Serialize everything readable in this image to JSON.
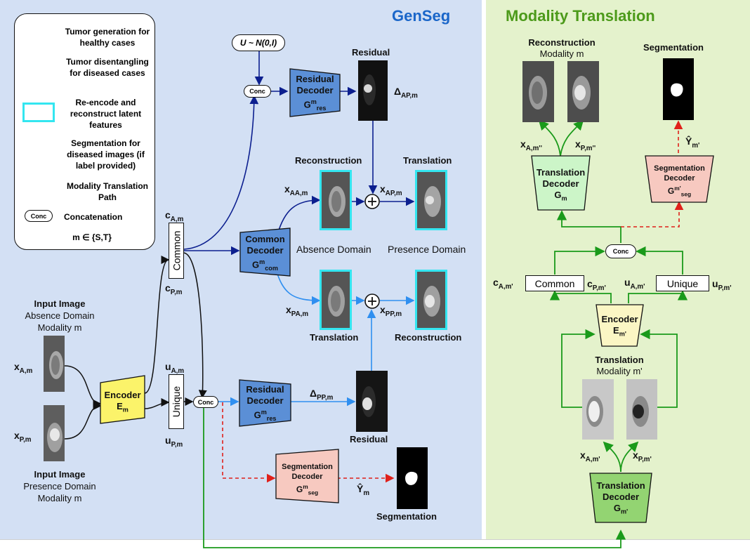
{
  "panels": {
    "genseg_title": "GenSeg",
    "mt_title": "Modality Translation"
  },
  "legend": {
    "items": [
      {
        "label": "Tumor generation for healthy cases"
      },
      {
        "label": "Tumor disentangling for diseased cases"
      },
      {
        "label": "Re-encode and reconstruct latent features"
      },
      {
        "label": "Segmentation for diseased images (if label provided)"
      },
      {
        "label": "Modality Translation Path"
      },
      {
        "label": "Concatenation",
        "tag": "Conc"
      }
    ],
    "m_set": "m ∈ {S,T}"
  },
  "genseg": {
    "input_absence": {
      "title": "Input Image",
      "line2": "Absence Domain",
      "line3": "Modality m"
    },
    "input_presence": {
      "title": "Input Image",
      "line2": "Presence Domain",
      "line3": "Modality m"
    },
    "encoder": {
      "line1": "Encoder",
      "sym": "E",
      "sub": "m"
    },
    "common": "Common",
    "unique": "Unique",
    "noise": "U ~ N(0,I)",
    "conc": "Conc",
    "residual_decoder": {
      "line1": "Residual",
      "line2": "Decoder",
      "sym": "G",
      "sup": "m",
      "sub": "res"
    },
    "common_decoder": {
      "line1": "Common",
      "line2": "Decoder",
      "sym": "G",
      "sup": "m",
      "sub": "com"
    },
    "seg_decoder": {
      "line1": "Segmentation",
      "line2": "Decoder",
      "sym": "G",
      "sup": "m",
      "sub": "seg"
    },
    "residual_top": "Residual",
    "residual_bottom": "Residual",
    "reconstruction_top": "Reconstruction",
    "translation_top": "Translation",
    "translation_bottom": "Translation",
    "reconstruction_bottom": "Reconstruction",
    "absence_domain": "Absence Domain",
    "presence_domain": "Presence Domain",
    "segmentation": "Segmentation",
    "labels": {
      "xA": {
        "base": "x",
        "sub": "A,m"
      },
      "xP": {
        "base": "x",
        "sub": "P,m"
      },
      "cA": {
        "base": "c",
        "sub": "A,m"
      },
      "cP": {
        "base": "c",
        "sub": "P,m"
      },
      "uA": {
        "base": "u",
        "sub": "A,m"
      },
      "uP": {
        "base": "u",
        "sub": "P,m"
      },
      "xAA": {
        "base": "x",
        "sub": "AA,m"
      },
      "xAP": {
        "base": "x",
        "sub": "AP,m"
      },
      "xPA": {
        "base": "x",
        "sub": "PA,m"
      },
      "xPP": {
        "base": "x",
        "sub": "PP,m"
      },
      "dAP": {
        "base": "Δ",
        "sub": "AP,m"
      },
      "dPP": {
        "base": "Δ",
        "sub": "PP,m"
      },
      "yhat": {
        "base": "Ŷ",
        "sub": "m"
      }
    }
  },
  "modality": {
    "reconstruction": {
      "title": "Reconstruction",
      "sub": "Modality m"
    },
    "segmentation": "Segmentation",
    "translation_decoder_top": {
      "line1": "Translation",
      "line2": "Decoder",
      "sym": "G",
      "sub": "m"
    },
    "seg_decoder": {
      "line1": "Segmentation",
      "line2": "Decoder",
      "sym": "G",
      "sup": "m'",
      "sub": "seg"
    },
    "conc": "Conc",
    "common": "Common",
    "unique": "Unique",
    "encoder": {
      "line1": "Encoder",
      "sym": "E",
      "sub": "m'"
    },
    "translation": {
      "title": "Translation",
      "sub": "Modality m'"
    },
    "translation_decoder_bottom": {
      "line1": "Translation",
      "line2": "Decoder",
      "sym": "G",
      "sub": "m'"
    },
    "labels": {
      "xAm2": {
        "base": "x",
        "sub": "A,m''"
      },
      "xPm2": {
        "base": "x",
        "sub": "P,m''"
      },
      "yhat": {
        "base": "Ŷ",
        "sub": "m'"
      },
      "cA": {
        "base": "c",
        "sub": "A,m'"
      },
      "cP": {
        "base": "c",
        "sub": "P,m'"
      },
      "uA": {
        "base": "u",
        "sub": "A,m'"
      },
      "uP": {
        "base": "u",
        "sub": "P,m'"
      },
      "xA": {
        "base": "x",
        "sub": "A,m'"
      },
      "xP": {
        "base": "x",
        "sub": "P,m'"
      }
    }
  },
  "colors": {
    "genseg_bg": "#d3e0f4",
    "mt_bg": "#e4f2cc",
    "genseg_title": "#1a66c9",
    "mt_title": "#4c9a1a",
    "dark_blue": "#0c1f8f",
    "light_blue": "#2f8ff0",
    "red_dashed": "#e0201a",
    "green": "#1a9a1a",
    "cyan_border": "#33e6f0",
    "encoder_fill": "#fbf36a",
    "decoder_blue": "#5b8fd6",
    "seg_decoder_fill": "#f7c9c0",
    "trans_decoder_light": "#ccf5c8",
    "trans_decoder_dark": "#93d472",
    "encoder_mt_fill": "#fbf6c4"
  }
}
